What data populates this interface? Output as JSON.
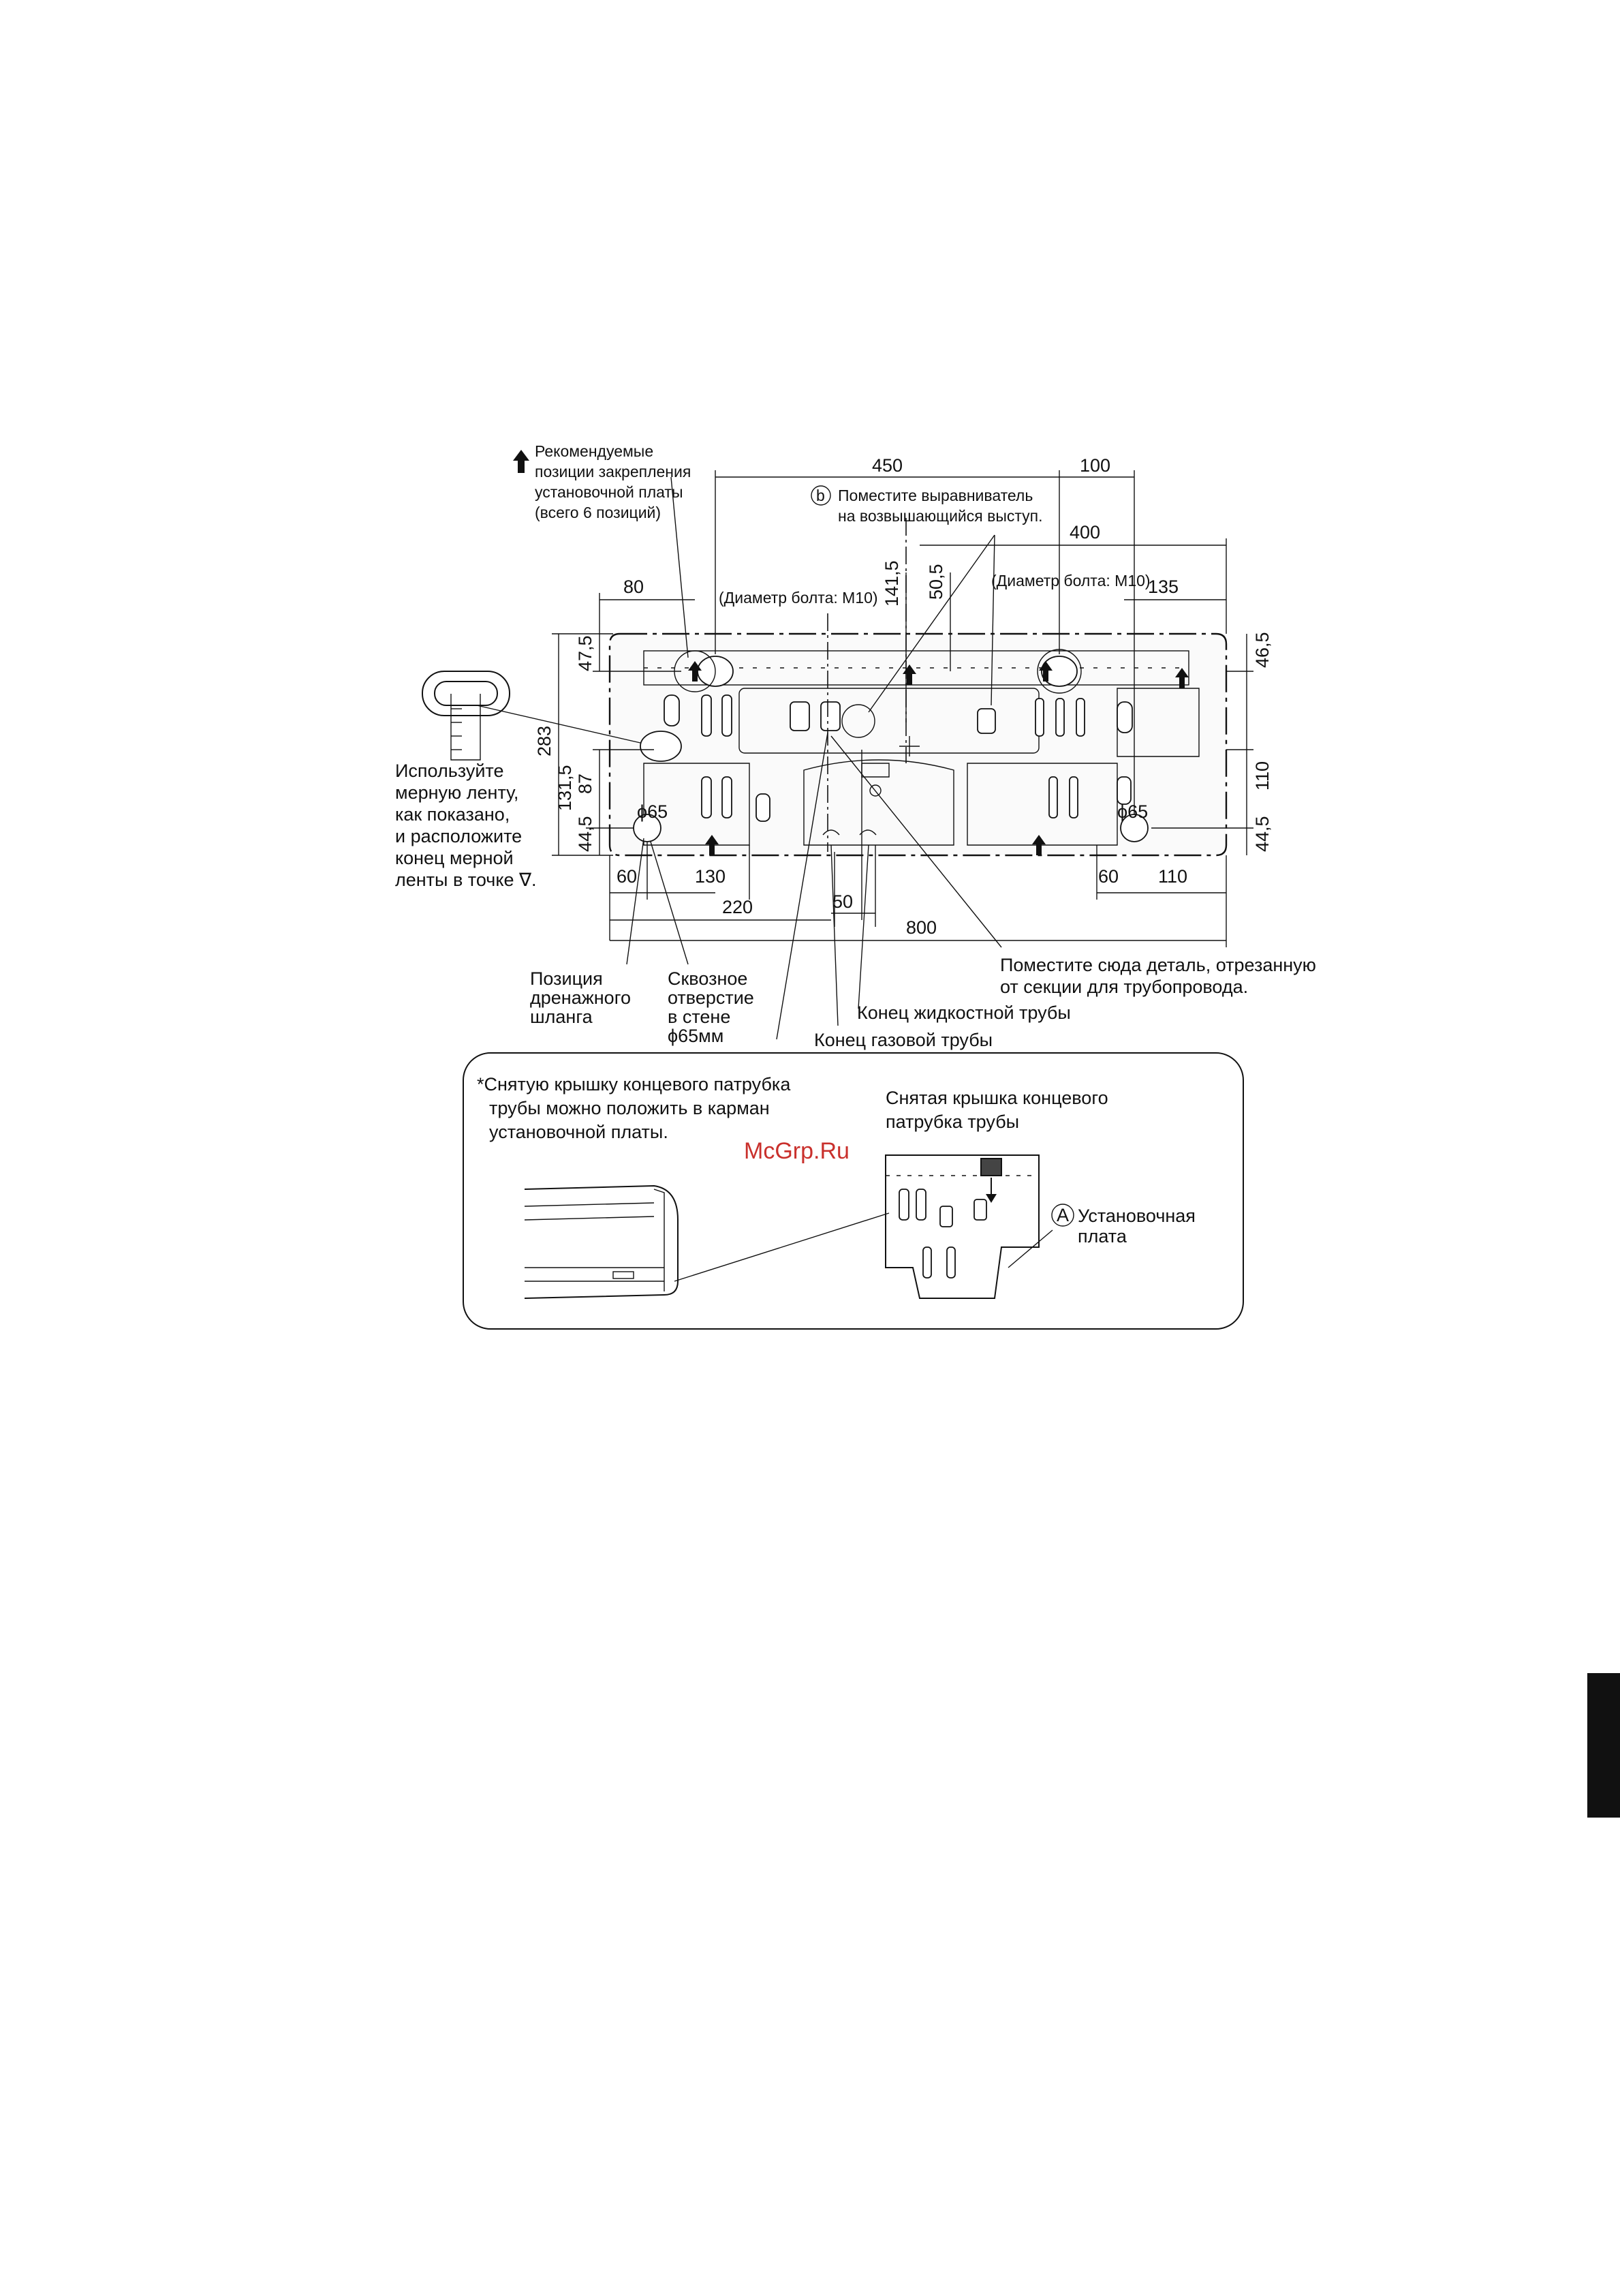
{
  "title": "",
  "labels": {
    "recommended": [
      "Рекомендуемые",
      "позиции закрепления",
      "установочной платы",
      "(всего 6 позиций)"
    ],
    "bolt_left": "(Диаметр болта: M10)",
    "bolt_right": "(Диаметр болта: M10)",
    "leveler_mark": "b",
    "leveler": [
      "Поместите выравниватель",
      "на возвышающийся выступ."
    ],
    "tape": [
      "Используйте",
      "мерную ленту,",
      "как показано,",
      "и расположите",
      "конец мерной",
      "ленты в точке ∇."
    ],
    "drain": [
      "Позиция",
      "дренажного",
      "шланга"
    ],
    "hole": [
      "Сквозное",
      "отверстие",
      "в стене",
      "ϕ65мм"
    ],
    "liquid_pipe": "Конец жидкостной трубы",
    "gas_pipe": "Конец газовой трубы",
    "cut_part": [
      "Поместите сюда деталь, отрезанную",
      "от секции для трубопровода."
    ],
    "hole_left": "ϕ65",
    "hole_right": "ϕ65"
  },
  "dimensions": {
    "top_450": "450",
    "top_100": "100",
    "top_400": "400",
    "d80": "80",
    "d135": "135",
    "v141_5": "141,5",
    "v50_5": "50,5",
    "v47_5": "47,5",
    "v283": "283",
    "v131_5": "131,5",
    "v87": "87",
    "v44_5_left": "44,5",
    "v46_5": "46,5",
    "v110_right": "110",
    "v44_5_right": "44,5",
    "b60_left": "60",
    "b130": "130",
    "b220": "220",
    "b50": "50",
    "b800": "800",
    "b60_right": "60",
    "b110": "110"
  },
  "inset": {
    "note": [
      "*Снятую крышку концевого патрубка",
      "трубы можно положить в карман",
      "установочной платы."
    ],
    "cover": [
      "Снятая крышка концевого",
      "патрубка трубы"
    ],
    "plate_mark": "A",
    "plate": [
      "Установочная",
      "плата"
    ],
    "watermark": "McGrp.Ru"
  }
}
